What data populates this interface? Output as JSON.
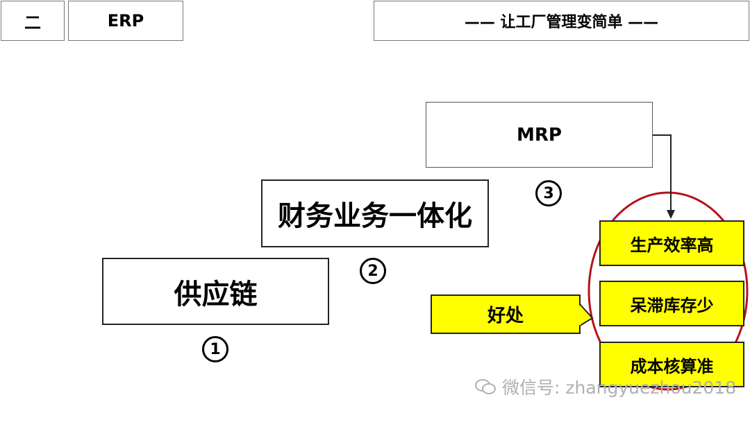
{
  "header": {
    "section_number": "二",
    "section_title": "ERP",
    "slogan": "—— 让工厂管理变简单 ——"
  },
  "diagram": {
    "step1": {
      "label": "供应链",
      "number": "①"
    },
    "step2": {
      "label": "财务业务一体化",
      "number": "②"
    },
    "step3": {
      "label": "MRP",
      "number": "③"
    },
    "callout": "好处",
    "benefits": [
      "生产效率高",
      "呆滞库存少",
      "成本核算准"
    ]
  },
  "watermark": "微信号: zhangyuezhou2018",
  "colors": {
    "highlight": "#ffff00",
    "ellipse": "#b5121b"
  }
}
